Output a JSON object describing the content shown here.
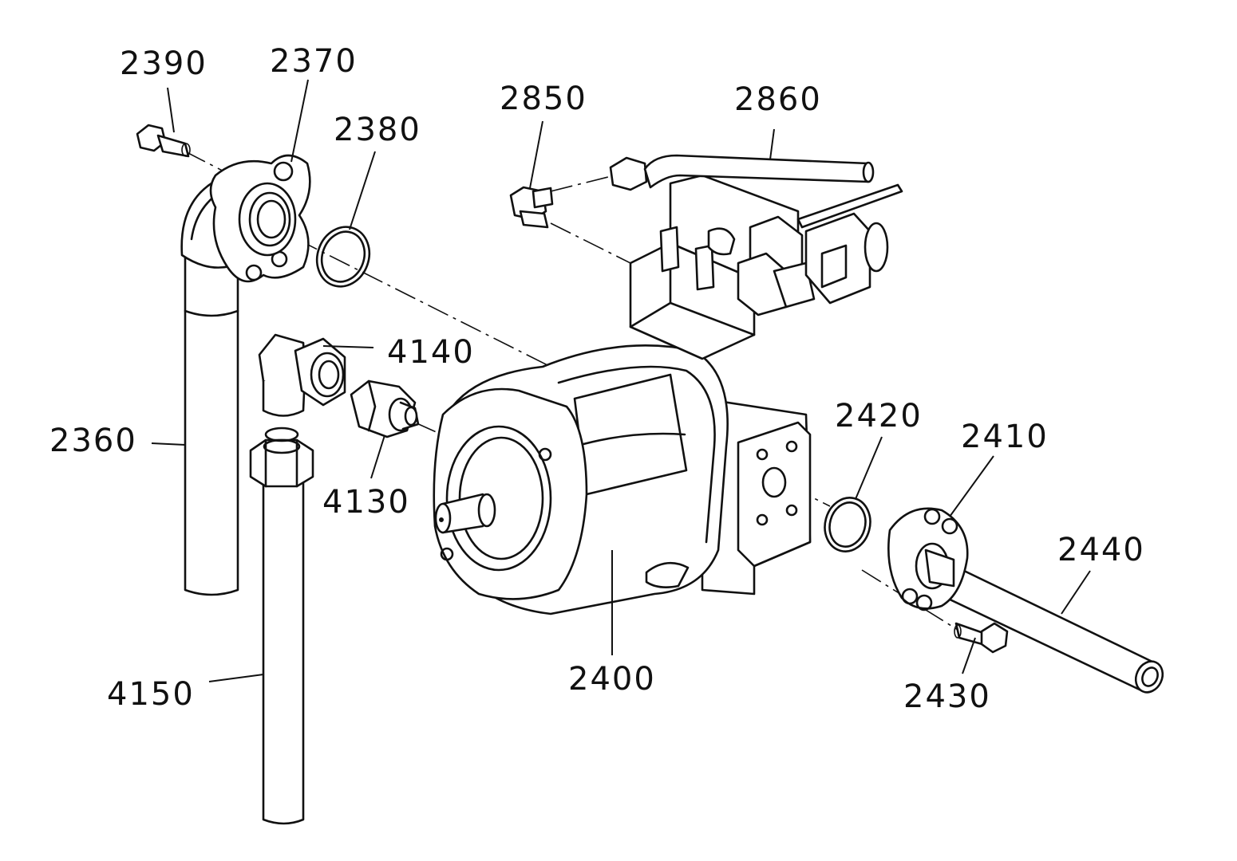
{
  "labels": {
    "p2390": "2390",
    "p2370": "2370",
    "p2380": "2380",
    "p2850": "2850",
    "p2860": "2860",
    "p4140": "4140",
    "p2360": "2360",
    "p4130": "4130",
    "p2420": "2420",
    "p2410": "2410",
    "p2440": "2440",
    "p4150": "4150",
    "p2400": "2400",
    "p2430": "2430"
  }
}
